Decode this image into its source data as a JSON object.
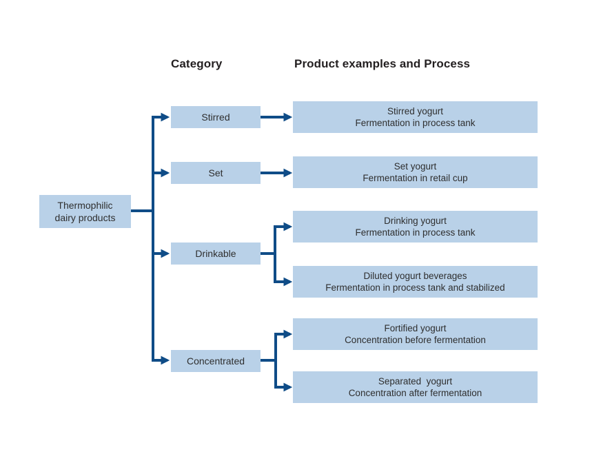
{
  "colors": {
    "box_fill": "#b9d1e8",
    "line_color": "#0f4c87",
    "text_color": "#2e2e2e",
    "heading_color": "#231f20",
    "bg": "#ffffff"
  },
  "headings": {
    "category": "Category",
    "products": "Product examples and Process"
  },
  "root": {
    "line1": "Thermophilic",
    "line2": "dairy products"
  },
  "categories": [
    {
      "label": "Stirred"
    },
    {
      "label": "Set"
    },
    {
      "label": "Drinkable"
    },
    {
      "label": "Concentrated"
    }
  ],
  "products": [
    {
      "title": "Stirred yogurt",
      "process": "Fermentation in process tank"
    },
    {
      "title": "Set yogurt",
      "process": "Fermentation in retail cup"
    },
    {
      "title": "Drinking yogurt",
      "process": "Fermentation in process tank"
    },
    {
      "title": "Diluted yogurt beverages",
      "process": "Fermentation in process tank and stabilized"
    },
    {
      "title": "Fortified yogurt",
      "process": "Concentration before fermentation"
    },
    {
      "title": "Separated  yogurt",
      "process": "Concentration after fermentation"
    }
  ]
}
